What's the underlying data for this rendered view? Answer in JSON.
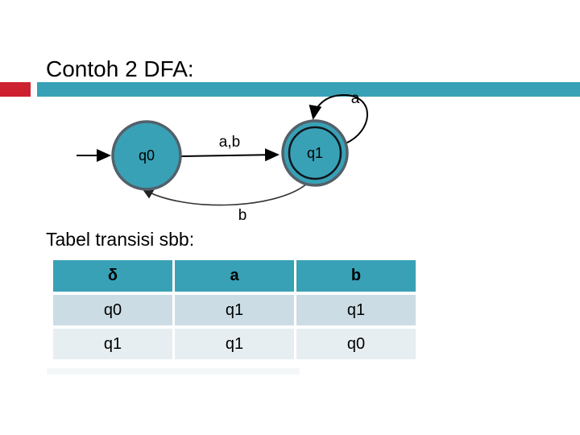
{
  "slide": {
    "title": "Contoh 2 DFA:",
    "subtitle": "Tabel transisi sbb:"
  },
  "colors": {
    "accent_teal": "#38a1b6",
    "accent_red": "#ce2130",
    "state_fill": "#38a1b6",
    "state_border": "#53606a",
    "accept_inner_ring": "#10151c",
    "table_row_odd": "#ccdce4",
    "table_row_even": "#e7eef1"
  },
  "diagram": {
    "states": [
      {
        "id": "q0",
        "label": "q0",
        "type": "start"
      },
      {
        "id": "q1",
        "label": "q1",
        "type": "accept"
      }
    ],
    "transitions": [
      {
        "from": "q0",
        "to": "q1",
        "label": "a,b"
      },
      {
        "from": "q1",
        "to": "q1",
        "label": "a"
      },
      {
        "from": "q1",
        "to": "q0",
        "label": "b"
      }
    ]
  },
  "table": {
    "headers": [
      "δ",
      "a",
      "b"
    ],
    "rows": [
      [
        "q0",
        "q1",
        "q1"
      ],
      [
        "q1",
        "q1",
        "q0"
      ]
    ]
  }
}
